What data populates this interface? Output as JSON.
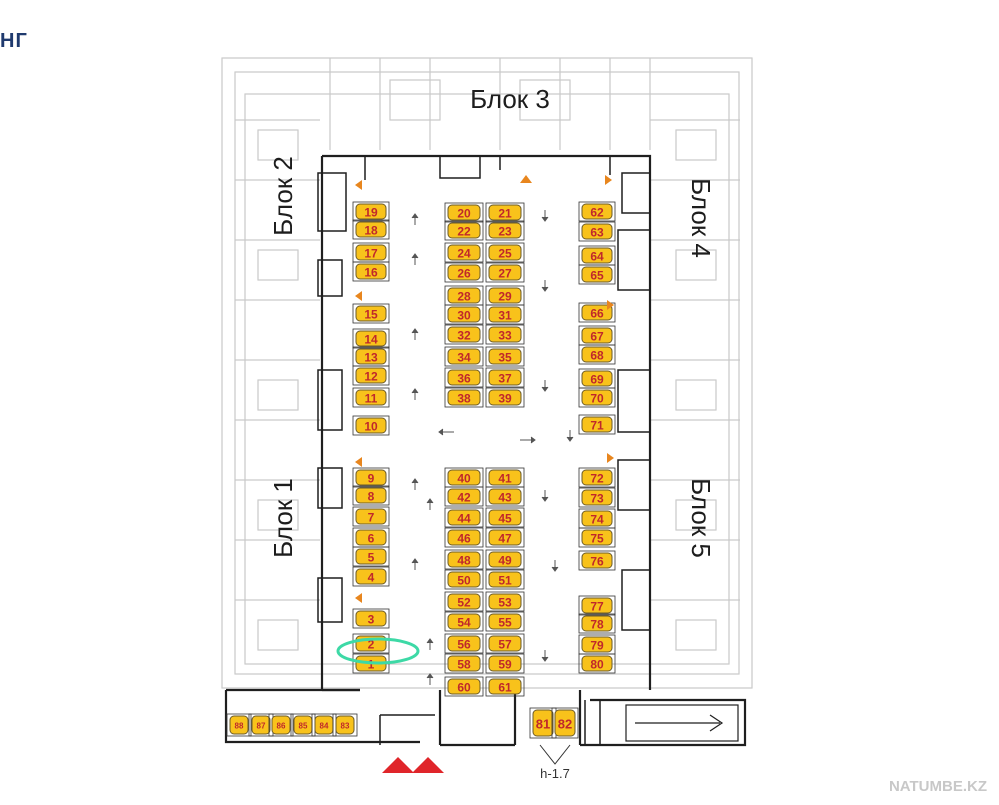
{
  "header": {
    "title": "НГ"
  },
  "blocks": {
    "b1": "Блок 1",
    "b2": "Блок 2",
    "b3": "Блок 3",
    "b4": "Блок 4",
    "b5": "Блок 5"
  },
  "height_note": "h-1.7",
  "watermark": "NATUMBE.KZ",
  "colors": {
    "spot": "#f8c21b",
    "spot_text": "#c0282b",
    "arrow": "#e8861e",
    "entry": "#e0252a",
    "highlight": "#3dd9a6",
    "header": "#1f3a6e"
  },
  "highlighted_spot": "2",
  "spots": {
    "left": [
      "19",
      "18",
      "17",
      "16",
      "15",
      "14",
      "13",
      "12",
      "11",
      "10",
      "9",
      "8",
      "7",
      "6",
      "5",
      "4",
      "3",
      "2",
      "1"
    ],
    "center_left": [
      "20",
      "22",
      "24",
      "26",
      "28",
      "30",
      "32",
      "34",
      "36",
      "38",
      "40",
      "42",
      "44",
      "46",
      "48",
      "50",
      "52",
      "54",
      "56",
      "58",
      "60"
    ],
    "center_right": [
      "21",
      "23",
      "25",
      "27",
      "29",
      "31",
      "33",
      "35",
      "37",
      "39",
      "41",
      "43",
      "45",
      "47",
      "49",
      "51",
      "53",
      "55",
      "57",
      "59",
      "61"
    ],
    "right": [
      "62",
      "63",
      "64",
      "65",
      "66",
      "67",
      "68",
      "69",
      "70",
      "71",
      "72",
      "73",
      "74",
      "75",
      "76",
      "77",
      "78",
      "79",
      "80"
    ],
    "bottom_left": [
      "88",
      "87",
      "86",
      "85",
      "84",
      "83"
    ],
    "bottom_center": [
      "81",
      "82"
    ]
  }
}
